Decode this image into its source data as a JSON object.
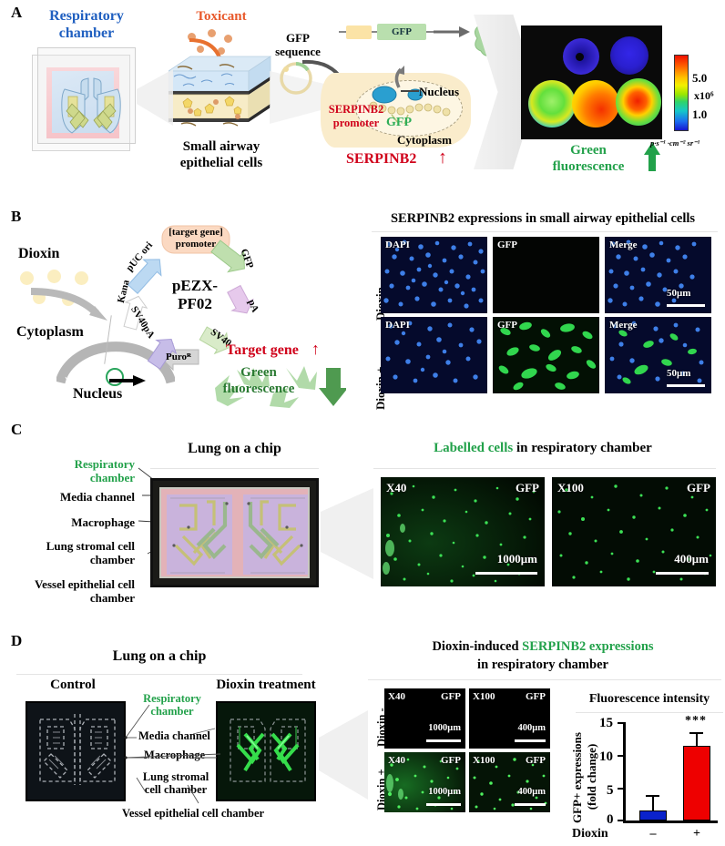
{
  "figure": {
    "panels": [
      "A",
      "B",
      "C",
      "D"
    ]
  },
  "panelA": {
    "label": "A",
    "respiratory_chamber": "Respiratory\nchamber",
    "respiratory_chamber_l1": "Respiratory",
    "respiratory_chamber_l2": "chamber",
    "toxicant": "Toxicant",
    "epithelial_l1": "Small airway",
    "epithelial_l2": "epithelial cells",
    "gfp_sequence_l1": "GFP",
    "gfp_sequence_l2": "sequence",
    "cassette_gfp": "GFP",
    "protein_gfp": "GFP",
    "nucleus": "Nucleus",
    "cytoplasm": "Cytoplasm",
    "gfp_in_cell": "GFP",
    "promoter_l1": "SERPINB2",
    "promoter_l2": "promoter",
    "serpinb2": "SERPINB2",
    "up_arrow": "↑",
    "green_fluor_l1": "Green",
    "green_fluor_l2": "fluorescence",
    "colorbar_top": "5.0",
    "colorbar_exp": "x10⁶",
    "colorbar_bottom": "1.0",
    "colorbar_units": "p·s⁻¹ ·cm⁻² sr⁻¹",
    "colors": {
      "respiratory_blue": "#1f5fc0",
      "toxicant_orange": "#e8582a",
      "serpinb2_red": "#d0021b",
      "green": "#22a14a",
      "gfp_green_text": "#2fae58"
    }
  },
  "panelB": {
    "label": "B",
    "dioxin": "Dioxin",
    "cytoplasm": "Cytoplasm",
    "nucleus": "Nucleus",
    "plasmid_name_l1": "pEZX-",
    "plasmid_name_l2": "PF02",
    "promoter_l1": "[target gene]",
    "promoter_l2": "promoter",
    "features": [
      "pUC ori",
      "GFP",
      "pA",
      "SV40",
      "Puroᴿ",
      "SV40pA",
      "Kana"
    ],
    "target_gene": "Target gene",
    "target_gene_arrow": "↑",
    "green_fluor_l1": "Green",
    "green_fluor_l2": "fluorescence",
    "arrow": "→",
    "micro_title": "SERPINB2 expressions in small airway epithelial cells",
    "row_labels": [
      "Dioxin -",
      "Dioxin +"
    ],
    "col_labels": [
      "DAPI",
      "GFP",
      "Merge"
    ],
    "scalebar": "50μm"
  },
  "panelC": {
    "label": "C",
    "chip_title": "Lung on a chip",
    "micro_title_green": "Labelled cells",
    "micro_title_rest": " in respiratory chamber",
    "annotations": [
      {
        "l1": "Respiratory",
        "l2": "chamber",
        "green": true
      },
      {
        "l1": "Media channel",
        "l2": "",
        "green": false
      },
      {
        "l1": "Macrophage",
        "l2": "",
        "green": false
      },
      {
        "l1": "Lung stromal cell",
        "l2": "chamber",
        "green": false
      },
      {
        "l1": "Vessel epithelial cell",
        "l2": "chamber",
        "green": false
      }
    ],
    "images": [
      {
        "mag": "X40",
        "channel": "GFP",
        "scalebar": "1000μm"
      },
      {
        "mag": "X100",
        "channel": "GFP",
        "scalebar": "400μm"
      }
    ]
  },
  "panelD": {
    "label": "D",
    "chip_title": "Lung on a chip",
    "control": "Control",
    "dioxin_treatment": "Dioxin treatment",
    "annotations": [
      {
        "l1": "Respiratory",
        "l2": "chamber",
        "green": true
      },
      {
        "l1": "Media channel",
        "l2": "",
        "green": false
      },
      {
        "l1": "Macrophage",
        "l2": "",
        "green": false
      },
      {
        "l1": "Lung stromal",
        "l2": "cell chamber",
        "green": false
      },
      {
        "l1": "Vessel epithelial cell chamber",
        "l2": "",
        "green": false
      }
    ],
    "micro_title_pre": "Dioxin-induced ",
    "micro_title_green": "SERPINB2 expressions",
    "micro_title_l2": "in respiratory chamber",
    "row_labels": [
      "Dioxin -",
      "Dioxin +"
    ],
    "images": [
      {
        "mag": "X40",
        "channel": "GFP",
        "scalebar": "1000μm"
      },
      {
        "mag": "X100",
        "channel": "GFP",
        "scalebar": "400μm"
      }
    ]
  },
  "chart_data": {
    "type": "bar",
    "title": "Fluorescence intensity",
    "categories": [
      "–",
      "+"
    ],
    "values": [
      1.5,
      11.6
    ],
    "errors": [
      0.8,
      2.1
    ],
    "bar_colors": [
      "#0a22cc",
      "#ee0000"
    ],
    "significance": "***",
    "xlabel": "Dioxin",
    "ylabel_l1": "GFP+ expressions",
    "ylabel_l2": "(fold change)",
    "ylim": [
      0,
      15
    ],
    "yticks": [
      0,
      5,
      10,
      15
    ],
    "ytick_labels": [
      "0",
      "5",
      "10",
      "15"
    ],
    "grid": false,
    "legend": "none"
  }
}
